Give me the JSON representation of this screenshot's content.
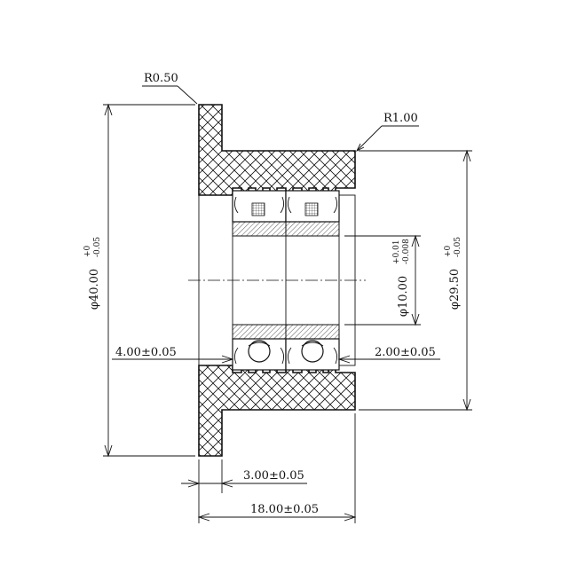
{
  "drawing": {
    "labels": {
      "corner_radius_small": "R0.50",
      "corner_radius_large": "R1.00",
      "outer_diameter": {
        "main": "φ40.00",
        "upper_tol": "+0",
        "lower_tol": "-0.05"
      },
      "hub_diameter": {
        "main": "φ29.50",
        "upper_tol": "+0",
        "lower_tol": "-0.05"
      },
      "bore_diameter": {
        "main": "φ10.00",
        "upper_tol": "+0.01",
        "lower_tol": "-0.008"
      },
      "left_offset": "4.00±0.05",
      "right_offset": "2.00±0.05",
      "flange_width": "3.00±0.05",
      "total_width": "18.00±0.05"
    },
    "colors": {
      "line": "#111111",
      "background": "#ffffff"
    }
  }
}
